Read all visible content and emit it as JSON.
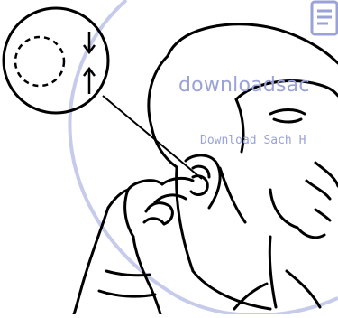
{
  "watermark": {
    "line1": "downloadsac",
    "line2": "Download Sach H",
    "color": "#9aa2d6"
  },
  "figure": {
    "ink_color": "#000000",
    "inset_arrows": [
      "down",
      "up"
    ]
  }
}
